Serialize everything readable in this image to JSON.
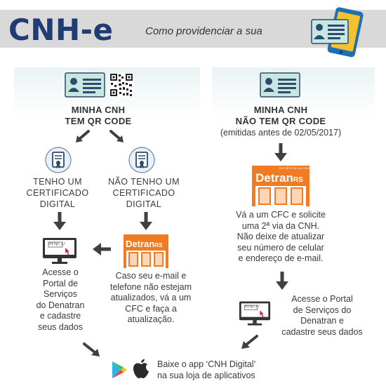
{
  "header": {
    "title": "CNH-e",
    "subtitle": "Como providenciar a sua",
    "phone_icon": "phone-with-license-icon"
  },
  "left": {
    "heading_line1": "MINHA CNH",
    "heading_line2": "TEM QR CODE",
    "option_a": [
      "TENHO UM",
      "CERTIFICADO",
      "DIGITAL"
    ],
    "option_b": [
      "NÃO TENHO UM",
      "CERTIFICADO",
      "DIGITAL"
    ],
    "portal_text": [
      "Acesse o",
      "Portal de",
      "Serviços",
      "do Denatran",
      "e cadastre",
      "seus dados"
    ],
    "detran_text": [
      "Caso seu e-mail e",
      "telefone não estejam",
      "atualizados, vá a um",
      "CFC e faça a",
      "atualização."
    ],
    "url_label": "http://"
  },
  "right": {
    "heading_line1": "MINHA CNH",
    "heading_line2": "NÃO TEM QR CODE",
    "note": "(emitidas antes de 02/05/2017)",
    "cfc_text": [
      "Vá a um CFC e solicite",
      "uma 2ª via da CNH.",
      "Não deixe de atualizar",
      "seu número de celular",
      "e endereço de e-mail."
    ],
    "portal_text": [
      "Acesse o Portal",
      "de Serviços do",
      "Denatran e",
      "cadastre seus dados"
    ],
    "url_label": "http://"
  },
  "detran": {
    "brand": "Detran",
    "suffix": "RS",
    "slogan": "EM DEFESA DA VIDA"
  },
  "footer": {
    "app_text_line1": "Baixe o app ‘CNH Digital’",
    "app_text_line2": "na sua loja de aplicativos"
  },
  "colors": {
    "title": "#1f3c73",
    "header_band": "#d9d9d9",
    "license_card": "#c8e6e2",
    "license_blue": "#2e4b6b",
    "detran_orange": "#f07b22",
    "arrow": "#404040",
    "phone_yellow": "#f2c230",
    "phone_blue": "#1f6fb5"
  }
}
